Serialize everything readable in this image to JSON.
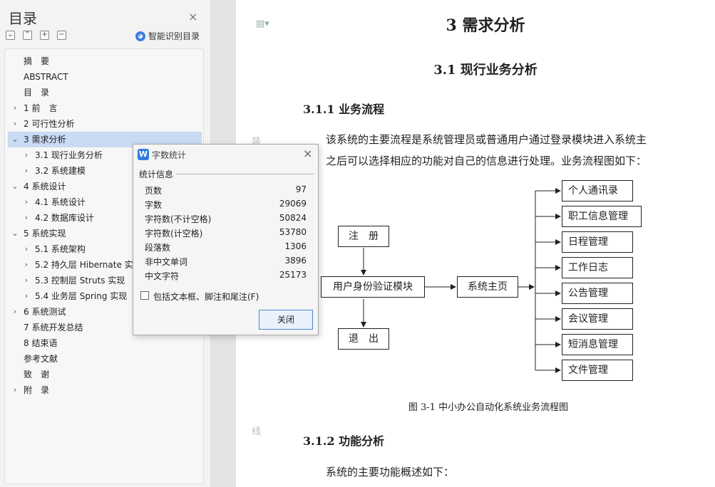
{
  "nav": {
    "title": "目录",
    "close_glyph": "×",
    "controls": [
      "⌄",
      "⌃",
      "+",
      "−"
    ],
    "smart_toc_label": "智能识别目录",
    "toc": [
      {
        "label": "摘　要",
        "level": 0,
        "expander": ""
      },
      {
        "label": "ABSTRACT",
        "level": 0,
        "expander": ""
      },
      {
        "label": "目　录",
        "level": 0,
        "expander": ""
      },
      {
        "label": "1  前　言",
        "level": 0,
        "expander": "›"
      },
      {
        "label": "2  可行性分析",
        "level": 0,
        "expander": "›"
      },
      {
        "label": "3  需求分析",
        "level": 0,
        "expander": "⌄",
        "active": true
      },
      {
        "label": "3.1  现行业务分析",
        "level": 1,
        "expander": "›"
      },
      {
        "label": "3.2  系统建模",
        "level": 1,
        "expander": "›"
      },
      {
        "label": "4  系统设计",
        "level": 0,
        "expander": "⌄"
      },
      {
        "label": "4.1  系统设计",
        "level": 1,
        "expander": "›"
      },
      {
        "label": "4.2  数据库设计",
        "level": 1,
        "expander": "›"
      },
      {
        "label": "5  系统实现",
        "level": 0,
        "expander": "⌄"
      },
      {
        "label": "5.1  系统架构",
        "level": 1,
        "expander": "›"
      },
      {
        "label": "5.2  持久层 Hibernate 实现",
        "level": 1,
        "expander": "›"
      },
      {
        "label": "5.3  控制层 Struts 实现",
        "level": 1,
        "expander": "›"
      },
      {
        "label": "5.4  业务层 Spring 实现",
        "level": 1,
        "expander": "›"
      },
      {
        "label": "6  系统测试",
        "level": 0,
        "expander": "›"
      },
      {
        "label": "7  系统开发总结",
        "level": 0,
        "expander": ""
      },
      {
        "label": "8  结束语",
        "level": 0,
        "expander": ""
      },
      {
        "label": "参考文献",
        "level": 0,
        "expander": ""
      },
      {
        "label": "致　谢",
        "level": 0,
        "expander": ""
      },
      {
        "label": "附　录",
        "level": 0,
        "expander": "›"
      }
    ]
  },
  "document": {
    "margin_marks": [
      "装",
      "线"
    ],
    "heading1": "3  需求分析",
    "heading2": "3.1  现行业务分析",
    "heading3a": "3.1.1  业务流程",
    "para1_line1": "该系统的主要流程是系统管理员或普通用户通过登录模块进入系统主",
    "para1_line2": "之后可以选择相应的功能对自己的信息进行处理。业务流程图如下：",
    "flow": {
      "register": "注　册",
      "auth": "用户身份验证模块",
      "logout": "退　出",
      "home": "系统主页",
      "modules": [
        "个人通讯录",
        "职工信息管理",
        "日程管理",
        "工作日志",
        "公告管理",
        "会议管理",
        "短消息管理",
        "文件管理"
      ]
    },
    "caption": "图 3-1  中小办公自动化系统业务流程图",
    "heading3b": "3.1.2  功能分析",
    "para2": "系统的主要功能概述如下："
  },
  "dialog": {
    "logo": "W",
    "title": "字数统计",
    "close_glyph": "×",
    "group_label": "统计信息",
    "stats": [
      {
        "label": "页数",
        "value": "97"
      },
      {
        "label": "字数",
        "value": "29069"
      },
      {
        "label": "字符数(不计空格)",
        "value": "50824"
      },
      {
        "label": "字符数(计空格)",
        "value": "53780"
      },
      {
        "label": "段落数",
        "value": "1306"
      },
      {
        "label": "非中文单词",
        "value": "3896"
      },
      {
        "label": "中文字符",
        "value": "25173"
      }
    ],
    "checkbox_label": "包括文本框、脚注和尾注(F)",
    "checkbox_checked": false,
    "close_button": "关闭"
  }
}
